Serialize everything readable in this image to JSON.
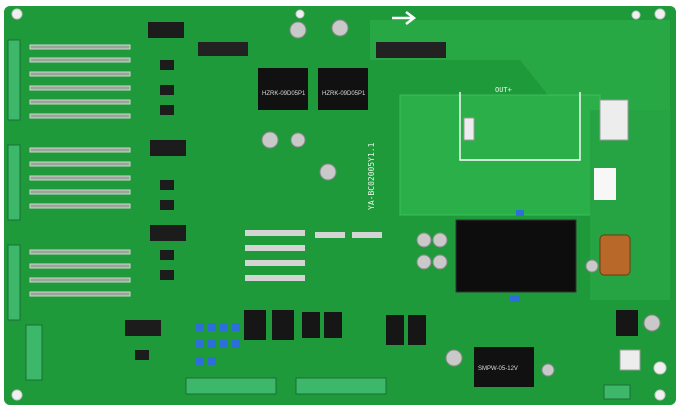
{
  "image": {
    "subject": "green printed circuit board with components",
    "board_color": "#1f9a3a",
    "trace_color": "#2fb44c",
    "silkscreen_color": "#e6f5e6"
  },
  "silkscreen": {
    "board_id": "YA-BC02005Y1.1",
    "output_label": "OUT+",
    "module_label_1": "HZRK-09D05P1",
    "module_label_2": "HZRK-09D05P1",
    "module_label_3": "SMPW-05-12V"
  }
}
